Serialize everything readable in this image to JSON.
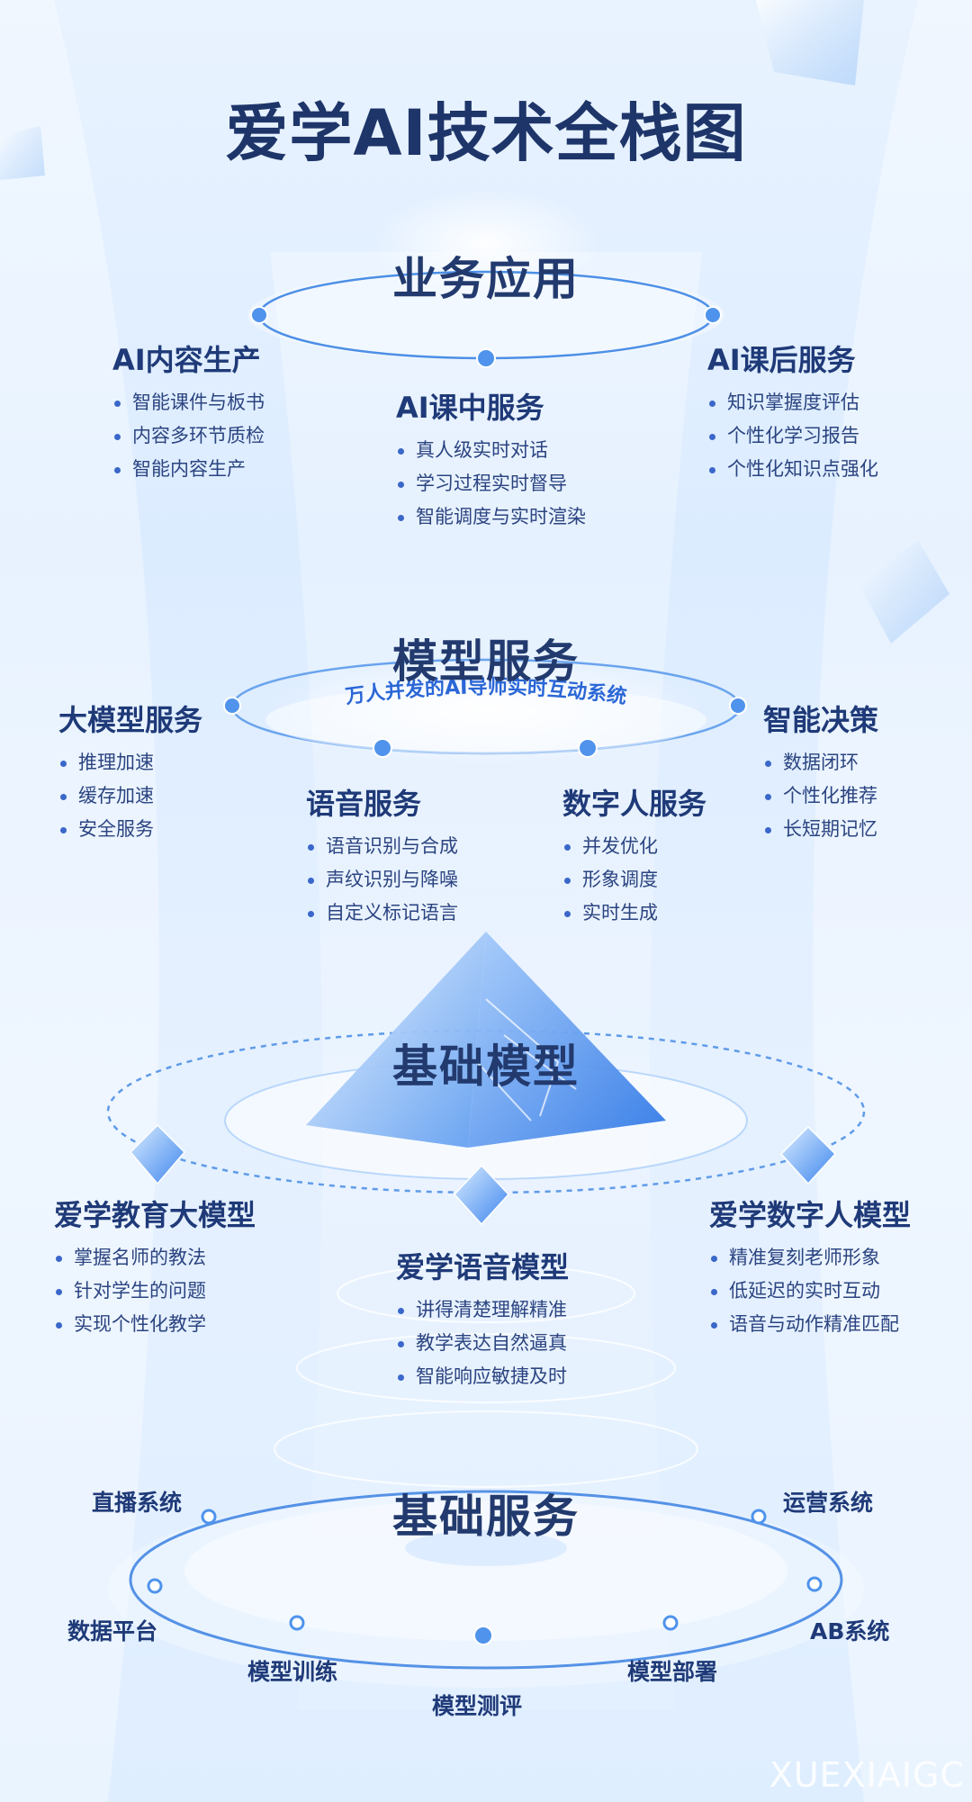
{
  "title": "爱学AI技术全栈图",
  "layers": {
    "business": {
      "title": "业务应用",
      "sections": [
        {
          "title": "AI内容生产",
          "items": [
            "智能课件与板书",
            "内容多环节质检",
            "智能内容生产"
          ]
        },
        {
          "title": "AI课中服务",
          "items": [
            "真人级实时对话",
            "学习过程实时督导",
            "智能调度与实时渲染"
          ]
        },
        {
          "title": "AI课后服务",
          "items": [
            "知识掌握度评估",
            "个性化学习报告",
            "个性化知识点强化"
          ]
        }
      ]
    },
    "model_service": {
      "title": "模型服务",
      "banner": "万人并发的AI导师实时互动系统",
      "sections": [
        {
          "title": "大模型服务",
          "items": [
            "推理加速",
            "缓存加速",
            "安全服务"
          ]
        },
        {
          "title": "语音服务",
          "items": [
            "语音识别与合成",
            "声纹识别与降噪",
            "自定义标记语言"
          ]
        },
        {
          "title": "数字人服务",
          "items": [
            "并发优化",
            "形象调度",
            "实时生成"
          ]
        },
        {
          "title": "智能决策",
          "items": [
            "数据闭环",
            "个性化推荐",
            "长短期记忆"
          ]
        }
      ]
    },
    "base_model": {
      "title": "基础模型",
      "sections": [
        {
          "title": "爱学教育大模型",
          "items": [
            "掌握名师的教法",
            "针对学生的问题",
            "实现个性化教学"
          ]
        },
        {
          "title": "爱学语音模型",
          "items": [
            "讲得清楚理解精准",
            "教学表达自然逼真",
            "智能响应敏捷及时"
          ]
        },
        {
          "title": "爱学数字人模型",
          "items": [
            "精准复刻老师形象",
            "低延迟的实时互动",
            "语音与动作精准匹配"
          ]
        }
      ]
    },
    "base_service": {
      "title": "基础服务",
      "items": [
        "直播系统",
        "运营系统",
        "数据平台",
        "AB系统",
        "模型训练",
        "模型部署",
        "模型测评"
      ]
    }
  },
  "watermark": "XUEXIAIGC",
  "colors": {
    "title": "#1e3569",
    "accent": "#2a66d6",
    "bullet": "#3a67c9",
    "background": "#e6f1ff"
  }
}
